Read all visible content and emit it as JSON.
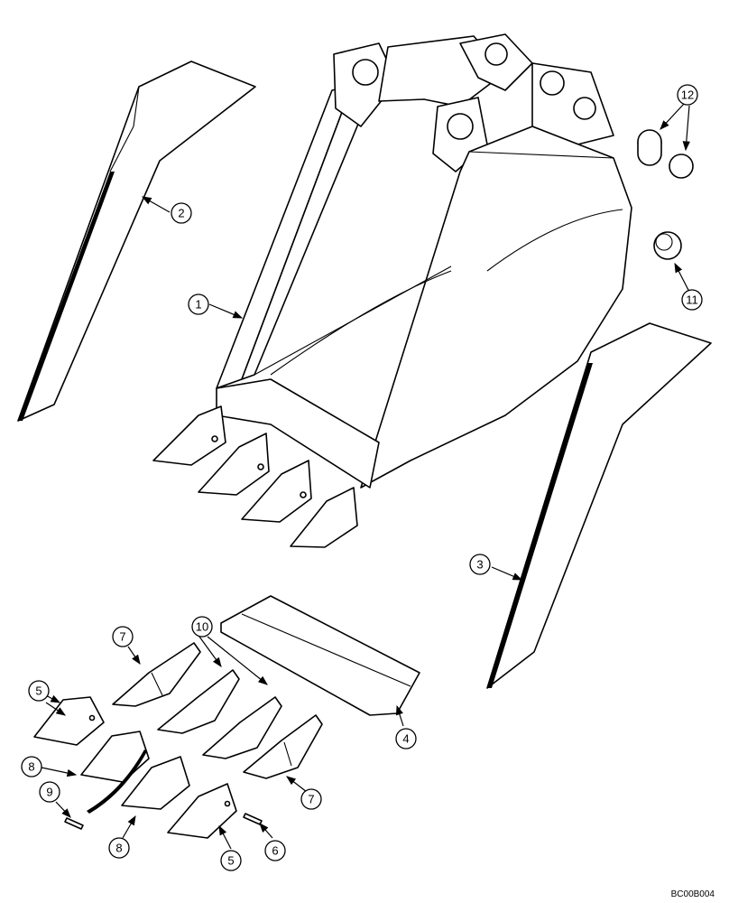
{
  "drawing_code": "BC00B004",
  "callouts": [
    {
      "id": "c1",
      "label": "1"
    },
    {
      "id": "c2",
      "label": "2"
    },
    {
      "id": "c3",
      "label": "3"
    },
    {
      "id": "c4",
      "label": "4"
    },
    {
      "id": "c5a",
      "label": "5"
    },
    {
      "id": "c5b",
      "label": "5"
    },
    {
      "id": "c6",
      "label": "6"
    },
    {
      "id": "c7a",
      "label": "7"
    },
    {
      "id": "c7b",
      "label": "7"
    },
    {
      "id": "c8a",
      "label": "8"
    },
    {
      "id": "c8b",
      "label": "8"
    },
    {
      "id": "c9",
      "label": "9"
    },
    {
      "id": "c10",
      "label": "10"
    },
    {
      "id": "c11",
      "label": "11"
    },
    {
      "id": "c12",
      "label": "12"
    }
  ],
  "colors": {
    "line": "#000000",
    "background": "#ffffff"
  }
}
